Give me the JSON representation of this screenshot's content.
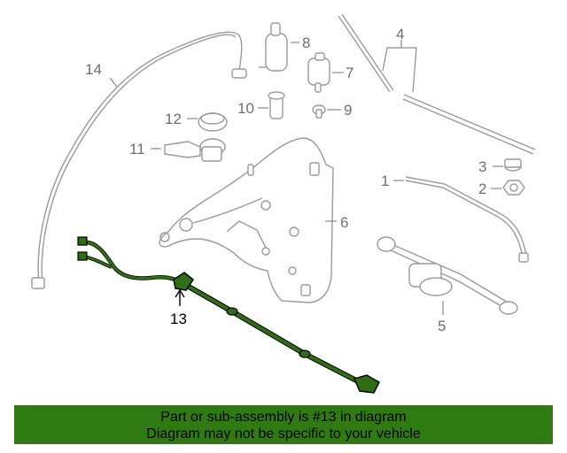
{
  "callouts": {
    "c1": "1",
    "c2": "2",
    "c3": "3",
    "c4": "4",
    "c5": "5",
    "c6": "6",
    "c7": "7",
    "c8": "8",
    "c9": "9",
    "c10": "10",
    "c11": "11",
    "c12": "12",
    "c13": "13",
    "c14": "14"
  },
  "colors": {
    "highlight": "#2f6e14",
    "banner": "#2f7a12",
    "parts": "#9a9a9a"
  },
  "banner": {
    "line1": "Part or sub-assembly is #13 in diagram",
    "line2": "Diagram may not be specific to your vehicle"
  }
}
